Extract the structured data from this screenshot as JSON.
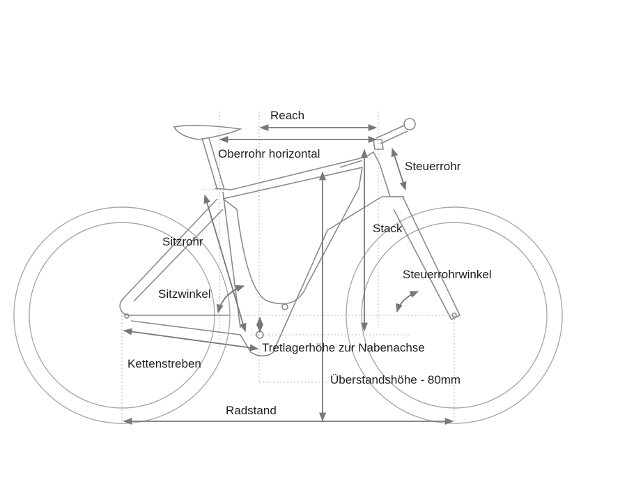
{
  "labels": {
    "reach": "Reach",
    "top_tube": "Oberrohr horizontal",
    "head_tube": "Steuerrohr",
    "stack": "Stack",
    "seat_tube": "Sitzrohr",
    "head_angle": "Steuerrohrwinkel",
    "seat_angle": "Sitzwinkel",
    "bb_drop": "Tretlagerhöhe zur Nabenachse",
    "chainstays": "Kettenstreben",
    "standover": "Überstandshöhe - 80mm",
    "wheelbase": "Radstand"
  },
  "colors": {
    "lines": "#8a8a8a",
    "text": "#1e1e1e"
  }
}
